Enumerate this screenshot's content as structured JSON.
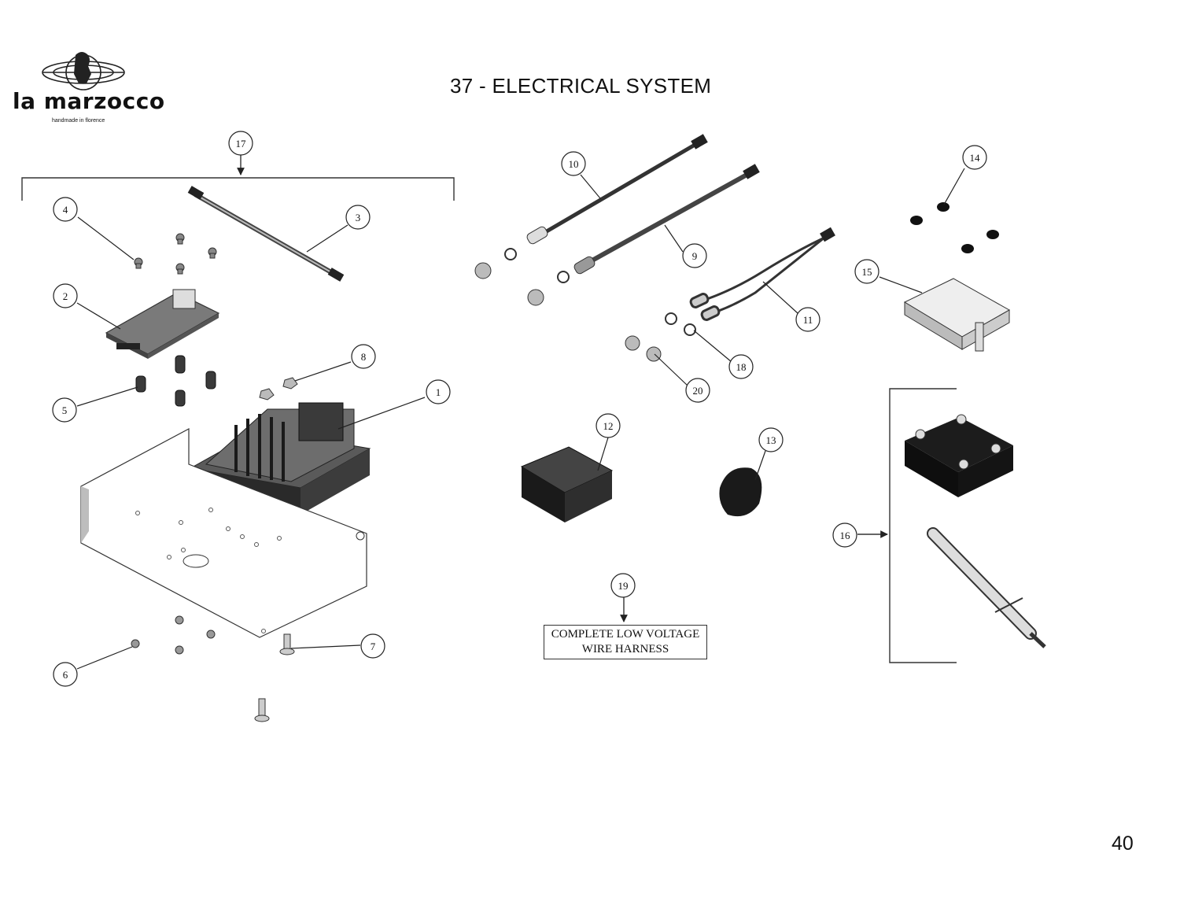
{
  "header": {
    "brand_name": "la marzocco",
    "brand_tagline": "handmade in florence",
    "title": "37 - ELECTRICAL SYSTEM"
  },
  "callouts": [
    "1",
    "2",
    "3",
    "4",
    "5",
    "6",
    "7",
    "8",
    "9",
    "10",
    "11",
    "12",
    "13",
    "14",
    "15",
    "16",
    "17",
    "18",
    "19",
    "20"
  ],
  "harness_box": {
    "line1": "COMPLETE LOW VOLTAGE",
    "line2": "WIRE HARNESS"
  },
  "page_number": "40",
  "colors": {
    "ink": "#222222",
    "part_dark": "#1a1a1a",
    "part_mid": "#6e6e6e",
    "part_light": "#c8c8c8"
  }
}
